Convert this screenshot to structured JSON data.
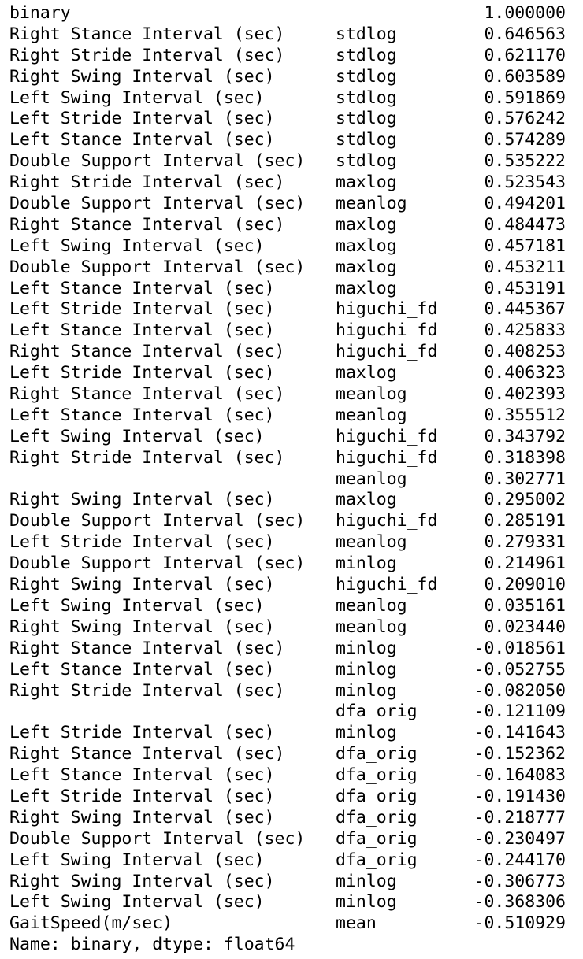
{
  "rows": [
    {
      "name": "binary",
      "stat": "",
      "value": "1.000000"
    },
    {
      "name": "Right Stance Interval (sec)",
      "stat": "stdlog",
      "value": "0.646563"
    },
    {
      "name": "Right Stride Interval (sec)",
      "stat": "stdlog",
      "value": "0.621170"
    },
    {
      "name": "Right Swing Interval (sec)",
      "stat": "stdlog",
      "value": "0.603589"
    },
    {
      "name": "Left Swing Interval (sec)",
      "stat": "stdlog",
      "value": "0.591869"
    },
    {
      "name": "Left Stride Interval (sec)",
      "stat": "stdlog",
      "value": "0.576242"
    },
    {
      "name": "Left Stance Interval (sec)",
      "stat": "stdlog",
      "value": "0.574289"
    },
    {
      "name": "Double Support Interval (sec)",
      "stat": "stdlog",
      "value": "0.535222"
    },
    {
      "name": "Right Stride Interval (sec)",
      "stat": "maxlog",
      "value": "0.523543"
    },
    {
      "name": "Double Support Interval (sec)",
      "stat": "meanlog",
      "value": "0.494201"
    },
    {
      "name": "Right Stance Interval (sec)",
      "stat": "maxlog",
      "value": "0.484473"
    },
    {
      "name": "Left Swing Interval (sec)",
      "stat": "maxlog",
      "value": "0.457181"
    },
    {
      "name": "Double Support Interval (sec)",
      "stat": "maxlog",
      "value": "0.453211"
    },
    {
      "name": "Left Stance Interval (sec)",
      "stat": "maxlog",
      "value": "0.453191"
    },
    {
      "name": "Left Stride Interval (sec)",
      "stat": "higuchi_fd",
      "value": "0.445367"
    },
    {
      "name": "Left Stance Interval (sec)",
      "stat": "higuchi_fd",
      "value": "0.425833"
    },
    {
      "name": "Right Stance Interval (sec)",
      "stat": "higuchi_fd",
      "value": "0.408253"
    },
    {
      "name": "Left Stride Interval (sec)",
      "stat": "maxlog",
      "value": "0.406323"
    },
    {
      "name": "Right Stance Interval (sec)",
      "stat": "meanlog",
      "value": "0.402393"
    },
    {
      "name": "Left Stance Interval (sec)",
      "stat": "meanlog",
      "value": "0.355512"
    },
    {
      "name": "Left Swing Interval (sec)",
      "stat": "higuchi_fd",
      "value": "0.343792"
    },
    {
      "name": "Right Stride Interval (sec)",
      "stat": "higuchi_fd",
      "value": "0.318398"
    },
    {
      "name": "",
      "stat": "meanlog",
      "value": "0.302771"
    },
    {
      "name": "Right Swing Interval (sec)",
      "stat": "maxlog",
      "value": "0.295002"
    },
    {
      "name": "Double Support Interval (sec)",
      "stat": "higuchi_fd",
      "value": "0.285191"
    },
    {
      "name": "Left Stride Interval (sec)",
      "stat": "meanlog",
      "value": "0.279331"
    },
    {
      "name": "Double Support Interval (sec)",
      "stat": "minlog",
      "value": "0.214961"
    },
    {
      "name": "Right Swing Interval (sec)",
      "stat": "higuchi_fd",
      "value": "0.209010"
    },
    {
      "name": "Left Swing Interval (sec)",
      "stat": "meanlog",
      "value": "0.035161"
    },
    {
      "name": "Right Swing Interval (sec)",
      "stat": "meanlog",
      "value": "0.023440"
    },
    {
      "name": "Right Stance Interval (sec)",
      "stat": "minlog",
      "value": "-0.018561"
    },
    {
      "name": "Left Stance Interval (sec)",
      "stat": "minlog",
      "value": "-0.052755"
    },
    {
      "name": "Right Stride Interval (sec)",
      "stat": "minlog",
      "value": "-0.082050"
    },
    {
      "name": "",
      "stat": "dfa_orig",
      "value": "-0.121109"
    },
    {
      "name": "Left Stride Interval (sec)",
      "stat": "minlog",
      "value": "-0.141643"
    },
    {
      "name": "Right Stance Interval (sec)",
      "stat": "dfa_orig",
      "value": "-0.152362"
    },
    {
      "name": "Left Stance Interval (sec)",
      "stat": "dfa_orig",
      "value": "-0.164083"
    },
    {
      "name": "Left Stride Interval (sec)",
      "stat": "dfa_orig",
      "value": "-0.191430"
    },
    {
      "name": "Right Swing Interval (sec)",
      "stat": "dfa_orig",
      "value": "-0.218777"
    },
    {
      "name": "Double Support Interval (sec)",
      "stat": "dfa_orig",
      "value": "-0.230497"
    },
    {
      "name": "Left Swing Interval (sec)",
      "stat": "dfa_orig",
      "value": "-0.244170"
    },
    {
      "name": "Right Swing Interval (sec)",
      "stat": "minlog",
      "value": "-0.306773"
    },
    {
      "name": "Left Swing Interval (sec)",
      "stat": "minlog",
      "value": "-0.368306"
    },
    {
      "name": "GaitSpeed(m/sec)",
      "stat": "mean",
      "value": "-0.510929"
    }
  ],
  "footer": "Name: binary, dtype: float64"
}
